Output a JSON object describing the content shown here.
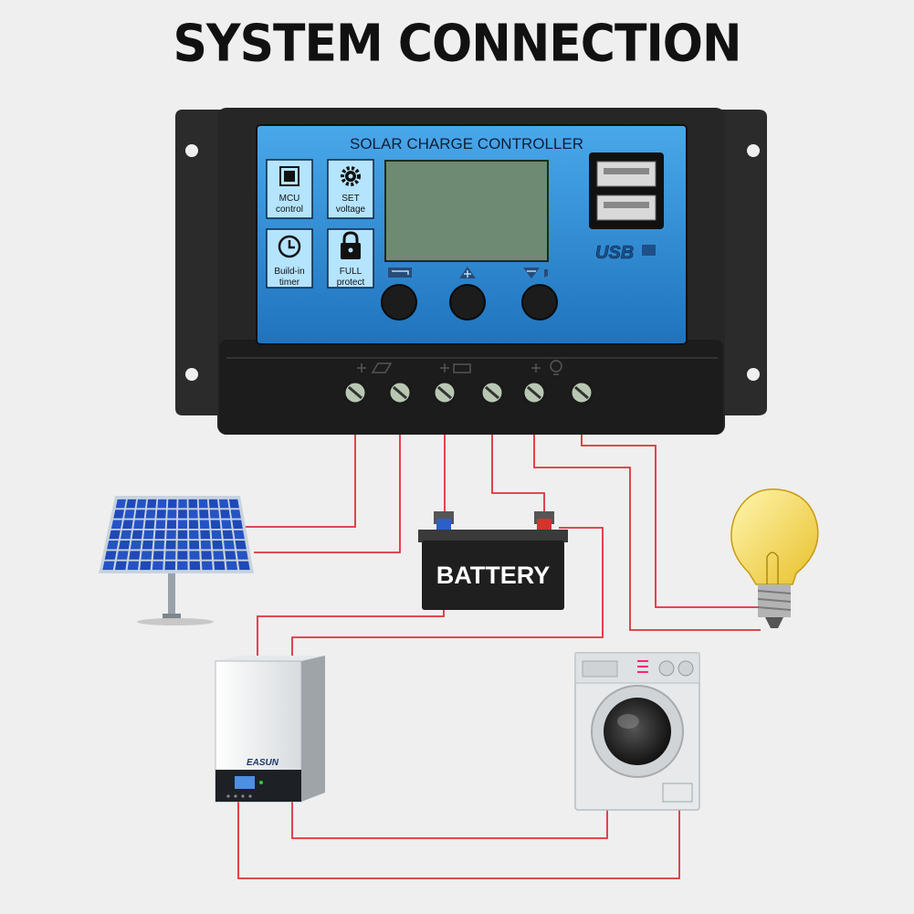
{
  "title": "SYSTEM CONNECTION",
  "controller": {
    "header": "SOLAR CHARGE CONTROLLER",
    "features": [
      {
        "icon": "mcu-chip-icon",
        "line1": "MCU",
        "line2": "control"
      },
      {
        "icon": "gear-icon",
        "line1": "SET",
        "line2": "voltage"
      },
      {
        "icon": "clock-icon",
        "line1": "Build-in",
        "line2": "timer"
      },
      {
        "icon": "lock-icon",
        "line1": "FULL",
        "line2": "protect"
      }
    ],
    "usb_label": "USB",
    "buttons": [
      {
        "icon": "menu-icon"
      },
      {
        "icon": "up-arrow-icon"
      },
      {
        "icon": "down-arrow-icon"
      }
    ],
    "terminal_groups": [
      "solar",
      "battery",
      "load"
    ]
  },
  "battery_label": "BATTERY",
  "inverter_brand": "EASUN",
  "colors": {
    "wire": "#e0303a",
    "controller_face": "#2f8fd6",
    "controller_body": "#262626",
    "lcd": "#6e8a72",
    "background": "#efefef"
  }
}
